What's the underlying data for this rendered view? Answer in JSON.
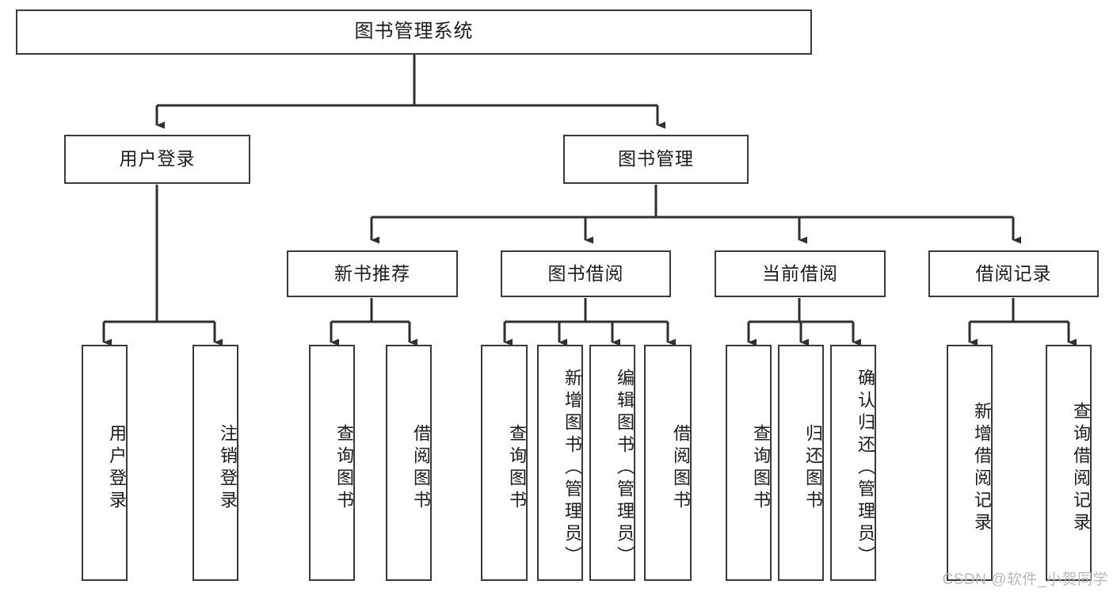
{
  "diagram": {
    "type": "tree-hierarchy",
    "title": "图书管理系统",
    "root": {
      "id": "root",
      "label": "图书管理系统"
    },
    "level1": [
      {
        "id": "user-login",
        "label": "用户登录"
      },
      {
        "id": "book-manage",
        "label": "图书管理"
      }
    ],
    "level2": [
      {
        "id": "new-book-recommend",
        "label": "新书推荐",
        "parent": "book-manage"
      },
      {
        "id": "book-borrow",
        "label": "图书借阅",
        "parent": "book-manage"
      },
      {
        "id": "current-borrow",
        "label": "当前借阅",
        "parent": "book-manage"
      },
      {
        "id": "borrow-record",
        "label": "借阅记录",
        "parent": "book-manage"
      }
    ],
    "leaves": [
      {
        "id": "leaf-user-login",
        "label": "用户登录",
        "parent": "user-login"
      },
      {
        "id": "leaf-logout",
        "label": "注销登录",
        "parent": "user-login"
      },
      {
        "id": "leaf-query-book-1",
        "label": "查询图书",
        "parent": "new-book-recommend"
      },
      {
        "id": "leaf-borrow-book-1",
        "label": "借阅图书",
        "parent": "new-book-recommend"
      },
      {
        "id": "leaf-query-book-2",
        "label": "查询图书",
        "parent": "book-borrow"
      },
      {
        "id": "leaf-add-book",
        "label": "新增图书（管理员）",
        "parent": "book-borrow"
      },
      {
        "id": "leaf-edit-book",
        "label": "编辑图书（管理员）",
        "parent": "book-borrow"
      },
      {
        "id": "leaf-borrow-book-2",
        "label": "借阅图书",
        "parent": "book-borrow"
      },
      {
        "id": "leaf-query-book-3",
        "label": "查询图书",
        "parent": "current-borrow"
      },
      {
        "id": "leaf-return-book",
        "label": "归还图书",
        "parent": "current-borrow"
      },
      {
        "id": "leaf-confirm-return",
        "label": "确认归还（管理员）",
        "parent": "current-borrow"
      },
      {
        "id": "leaf-add-record",
        "label": "新增借阅记录",
        "parent": "borrow-record"
      },
      {
        "id": "leaf-query-record",
        "label": "查询借阅记录",
        "parent": "borrow-record"
      }
    ],
    "colors": {
      "background": "#ffffff",
      "border": "#3a3a3a",
      "text": "#1b1b1b",
      "watermark": "#b9b9b9"
    }
  },
  "watermark": {
    "text": "CSDN @软件_小贺同学"
  }
}
